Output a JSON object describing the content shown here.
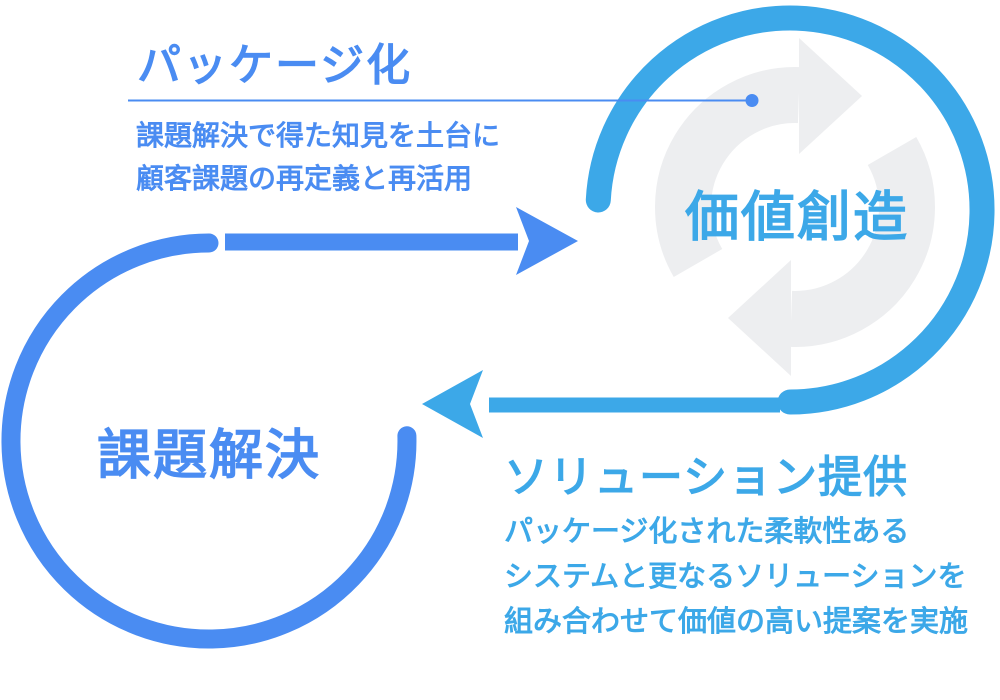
{
  "diagram": {
    "packaging": {
      "title": "パッケージ化",
      "body": [
        "課題解決で得た知見を土台に",
        "顧客課題の再定義と再活用"
      ]
    },
    "solution": {
      "title": "ソリューション提供",
      "body": [
        "パッケージ化された柔軟性ある",
        "システムと更なるソリューションを",
        "組み合わせて価値の高い提案を実施"
      ]
    },
    "problem_solving_label": "課題解決",
    "value_creation_label": "価値創造"
  },
  "colors": {
    "royal_blue": "#4A8CF2",
    "cyan_blue": "#3CA8E8",
    "icon_gray": "#EDEEF0",
    "background": "#FFFFFF"
  },
  "icons": {
    "refresh": "refresh-cycle-icon",
    "leader_dot": "leader-dot-icon",
    "right_arrow": "right-arrowhead-icon",
    "left_arrow": "left-arrowhead-icon"
  }
}
